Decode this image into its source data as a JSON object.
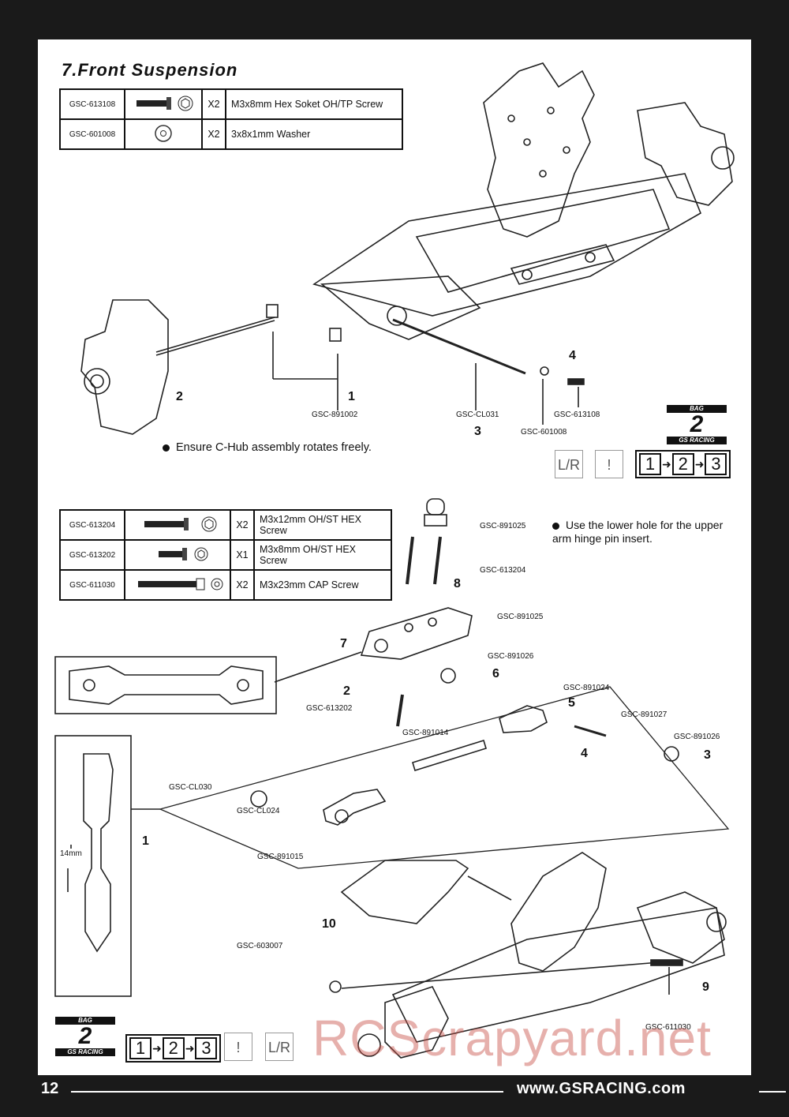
{
  "title": "7.Front Suspension",
  "section1": {
    "parts": [
      {
        "code": "GSC-613108",
        "qty": "X2",
        "desc": "M3x8mm Hex Soket OH/TP Screw",
        "icon": "screw-icon"
      },
      {
        "code": "GSC-601008",
        "qty": "X2",
        "desc": "3x8x1mm Washer",
        "icon": "washer-icon"
      }
    ],
    "callouts": [
      "1",
      "2",
      "3",
      "4"
    ],
    "labels": {
      "l1": "GSC-891002",
      "l3": "GSC-CL031",
      "lw": "GSC-601008",
      "l4": "GSC-613108"
    },
    "note": "Ensure C-Hub assembly rotates freely."
  },
  "section2": {
    "parts": [
      {
        "code": "GSC-613204",
        "qty": "X2",
        "desc": "M3x12mm OH/ST HEX Screw",
        "icon": "screw-icon"
      },
      {
        "code": "GSC-613202",
        "qty": "X1",
        "desc": "M3x8mm OH/ST HEX Screw",
        "icon": "screw-icon"
      },
      {
        "code": "GSC-611030",
        "qty": "X2",
        "desc": "M3x23mm CAP Screw",
        "icon": "cap-screw-icon"
      }
    ],
    "note": "Use the lower hole for the upper arm hinge pin insert.",
    "labels": {
      "a": "GSC-891025",
      "b": "GSC-613204",
      "c": "GSC-891025",
      "d": "GSC-891026",
      "e": "GSC-613202",
      "f": "GSC-891024",
      "g": "GSC-891027",
      "h": "GSC-891014",
      "i": "GSC-891026",
      "j": "GSC-CL030",
      "k": "GSC-CL024",
      "l": "GSC-891015",
      "m": "GSC-603007",
      "n": "GSC-611030"
    },
    "callouts": {
      "c8": "8",
      "c7": "7",
      "c2": "2",
      "c6": "6",
      "c5": "5",
      "c4": "4",
      "c3": "3",
      "c1": "1",
      "c10": "10",
      "c9": "9"
    },
    "dimension": "14mm"
  },
  "bag": {
    "top": "BAG",
    "num": "2",
    "brand": "GS RACING"
  },
  "sequence": [
    "1",
    "2",
    "3"
  ],
  "lr_symbol": "L/R",
  "caution_symbol": "!",
  "footer": {
    "page": "12",
    "url": "www.GSRACING.com"
  },
  "watermark": "RCScrapyard.net"
}
